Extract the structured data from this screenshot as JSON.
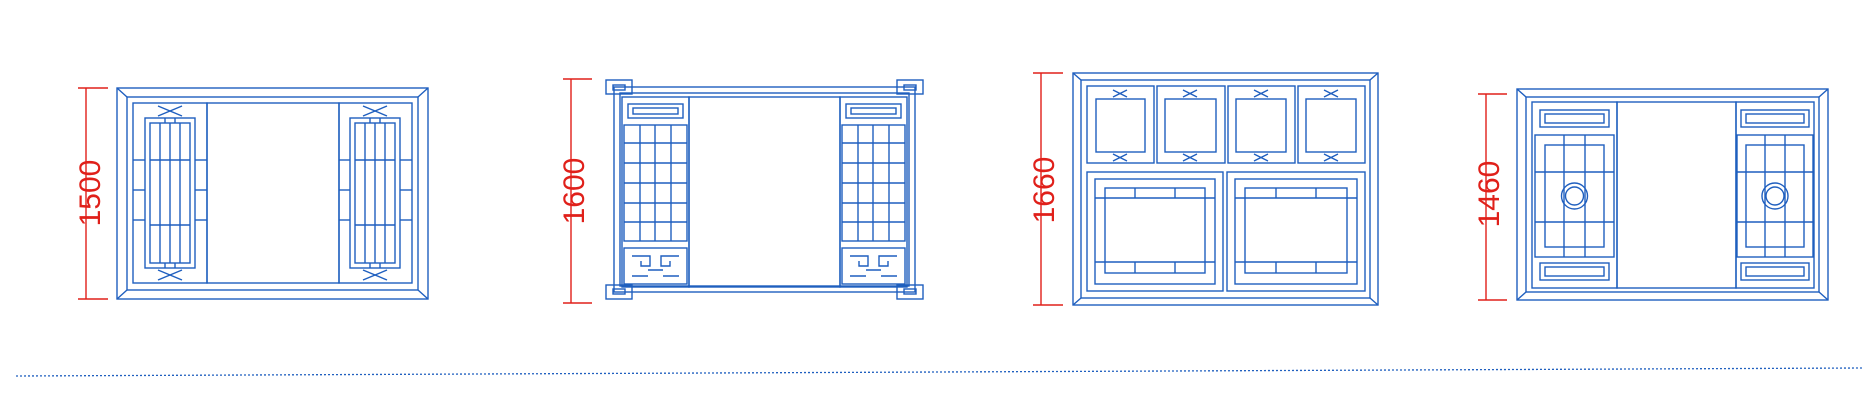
{
  "colors": {
    "frame": "#1f5fbf",
    "dimension": "#e0201a",
    "background": "#ffffff"
  },
  "drawings": [
    {
      "dimension_label": "1500"
    },
    {
      "dimension_label": "1600"
    },
    {
      "dimension_label": "1660"
    },
    {
      "dimension_label": "1460"
    }
  ]
}
